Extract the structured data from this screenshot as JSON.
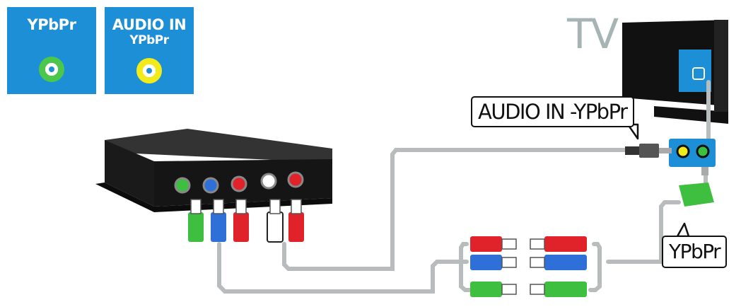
{
  "tiles": {
    "ypbpr": {
      "label": "YPbPr",
      "jack_color": "#4bc84b"
    },
    "audio": {
      "label": "AUDIO IN",
      "sublabel": "YPbPr",
      "jack_color": "#f2ea1a"
    }
  },
  "tv": {
    "label": "TV"
  },
  "callouts": {
    "audio_in": "AUDIO IN -YPbPr",
    "ypbpr": "YPbPr"
  },
  "colors": {
    "tile_blue": "#1d8fd6",
    "port_blue": "#1d8fd6",
    "tv_grey": "#a7b4b4",
    "cable_grey": "#b9bcbc",
    "device_black": "#1a1a1a",
    "plug_green": "#3fbf3f",
    "plug_blue": "#2f6fd8",
    "plug_red": "#e0222a",
    "plug_white": "#ffffff"
  },
  "icons": {
    "source_device": "set-top-box-icon",
    "tv": "tv-rear-icon",
    "adapter": "rca-to-component-adapter-icon"
  }
}
